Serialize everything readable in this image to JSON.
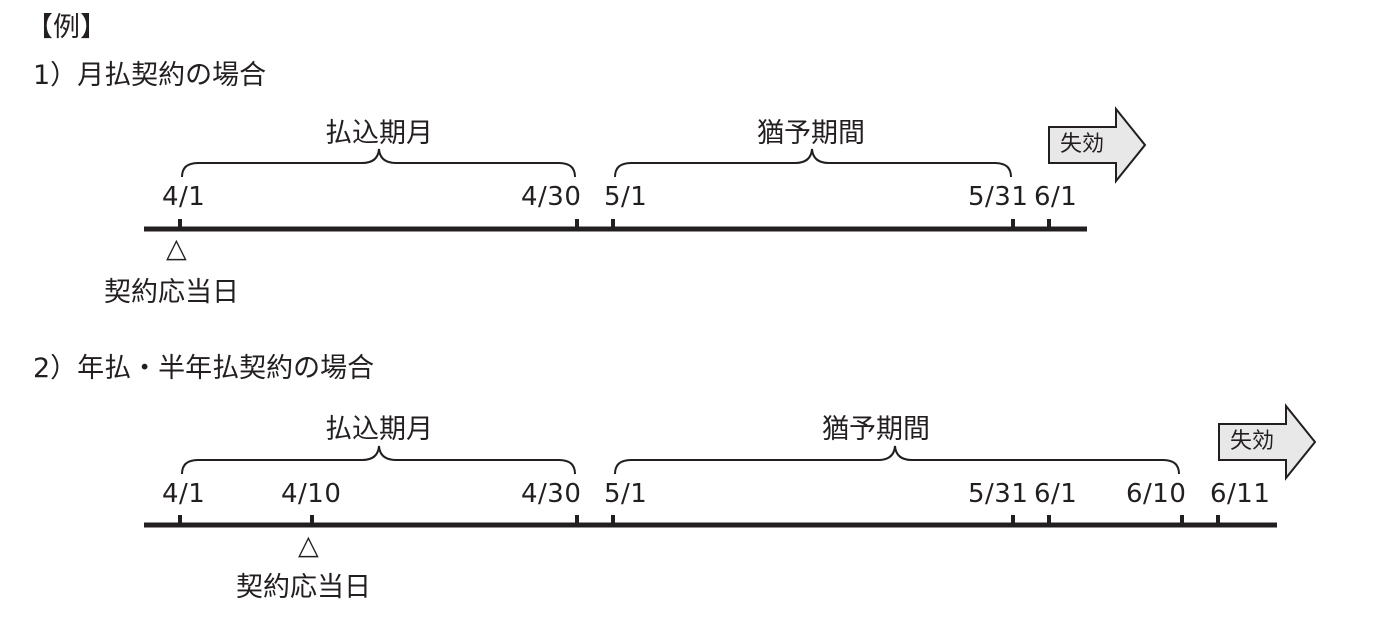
{
  "header": {
    "example_label": "【例】"
  },
  "section1": {
    "title": "1）月払契約の場合",
    "brace_left_label": "払込期月",
    "brace_right_label": "猶予期間",
    "dates": [
      "4/1",
      "4/30",
      "5/1",
      "5/31",
      "6/1"
    ],
    "lapse_label": "失効",
    "marker_symbol": "△",
    "marker_label": "契約応当日"
  },
  "section2": {
    "title": "2）年払・半年払契約の場合",
    "brace_left_label": "払込期月",
    "brace_right_label": "猶予期間",
    "dates": [
      "4/1",
      "4/10",
      "4/30",
      "5/1",
      "5/31",
      "6/1",
      "6/10",
      "6/11"
    ],
    "lapse_label": "失効",
    "marker_symbol": "△",
    "marker_label": "契約応当日"
  }
}
